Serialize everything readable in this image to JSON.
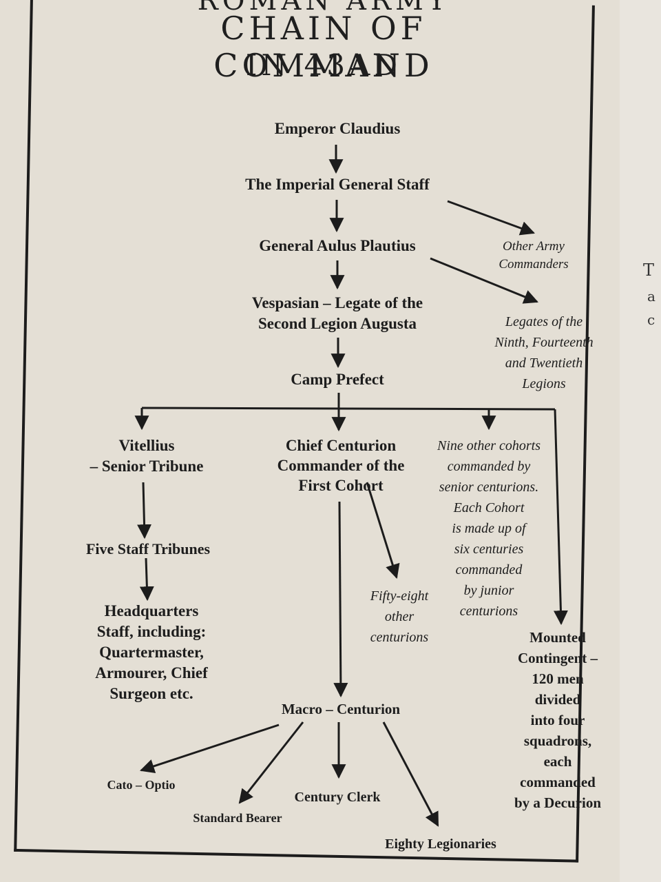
{
  "title": {
    "line1": "ROMAN ARMY",
    "line2": "CHAIN OF COMMAND",
    "line3": "IN 43AD"
  },
  "nodes": {
    "emperor": "Emperor Claudius",
    "general_staff": "The Imperial General Staff",
    "plautius": "General Aulus Plautius",
    "vespasian_1": "Vespasian – Legate of the",
    "vespasian_2": "Second Legion Augusta",
    "camp_prefect": "Camp Prefect",
    "vitellius_1": "Vitellius",
    "vitellius_2": "– Senior Tribune",
    "chief_1": "Chief Centurion",
    "chief_2": "Commander of the",
    "chief_3": "First Cohort",
    "five_staff": "Five Staff Tribunes",
    "hq_1": "Headquarters",
    "hq_2": "Staff, including:",
    "hq_3": "Quartermaster,",
    "hq_4": "Armourer, Chief",
    "hq_5": "Surgeon etc.",
    "macro": "Macro – Centurion",
    "cato": "Cato – Optio",
    "standard": "Standard Bearer",
    "clerk": "Century Clerk",
    "legionaries": "Eighty Legionaries",
    "mounted_1": "Mounted",
    "mounted_2": "Contingent –",
    "mounted_3": "120 men",
    "mounted_4": "divided",
    "mounted_5": "into four",
    "mounted_6": "squadrons,",
    "mounted_7": "each",
    "mounted_8": "commanded",
    "mounted_9": "by a Decurion"
  },
  "italic_notes": {
    "other_army_1": "Other Army",
    "other_army_2": "Commanders",
    "legates_1": "Legates of the",
    "legates_2": "Ninth, Fourteenth",
    "legates_3": "and Twentieth",
    "legates_4": "Legions",
    "nine_1": "Nine other cohorts",
    "nine_2": "commanded by",
    "nine_3": "senior centurions.",
    "nine_4": "Each Cohort",
    "nine_5": "is made up of",
    "nine_6": "six centuries",
    "nine_7": "commanded",
    "nine_8": "by junior",
    "nine_9": "centurions",
    "fifty_1": "Fifty-eight",
    "fifty_2": "other",
    "fifty_3": "centurions"
  },
  "right_page": {
    "frag1": "T",
    "frag2": "a",
    "frag3": "c"
  }
}
